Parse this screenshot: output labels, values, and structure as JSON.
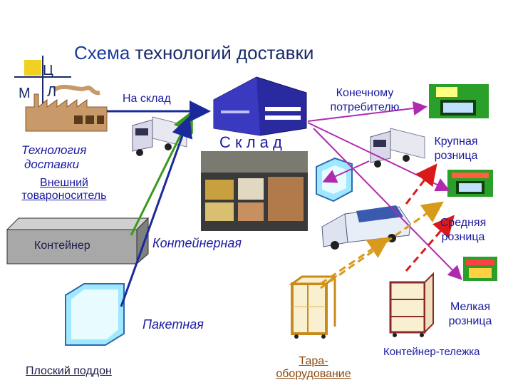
{
  "logo": {
    "letters": [
      "Ц",
      "М",
      "Л"
    ]
  },
  "title": {
    "part1": "Схема ",
    "part2": "технологий доставки"
  },
  "labels": {
    "to_warehouse": "На склад",
    "to_consumer_line1": "Конечному",
    "to_consumer_line2": "потребителю",
    "warehouse": "С к л а д",
    "tech_line1": "Технология",
    "tech_line2": "доставки",
    "external_line1": "Внешний",
    "external_line2": "товароноситель",
    "large_retail_line1": "Крупная",
    "large_retail_line2": "розница",
    "medium_retail_line1": "Средняя",
    "medium_retail_line2": "розница",
    "container": "Контейнер",
    "container_tech": "Контейнерная",
    "small_retail_line1": "Мелкая",
    "small_retail_line2": "розница",
    "packet_tech": "Пакетная",
    "flat_pallet": "Плоский поддон",
    "tara_line1": "Тара-",
    "tara_line2": "оборудование",
    "cart": "Контейнер-тележка"
  },
  "colors": {
    "text_blue": "#1a1aa0",
    "arrow_green": "#3a9a1a",
    "arrow_darkblue": "#1a2a9a",
    "arrow_magenta": "#b02ab0",
    "arrow_orange": "#d89a1a",
    "arrow_red": "#d81a1a",
    "logo_yellow": "#f0d020",
    "store_green": "#2aa02a"
  },
  "icons": [
    "factory-icon",
    "warehouse-building-icon",
    "truck-icon",
    "store-icon",
    "container-box-icon",
    "cube-icon",
    "pallet-cage-icon",
    "trolley-cart-icon",
    "van-icon"
  ]
}
